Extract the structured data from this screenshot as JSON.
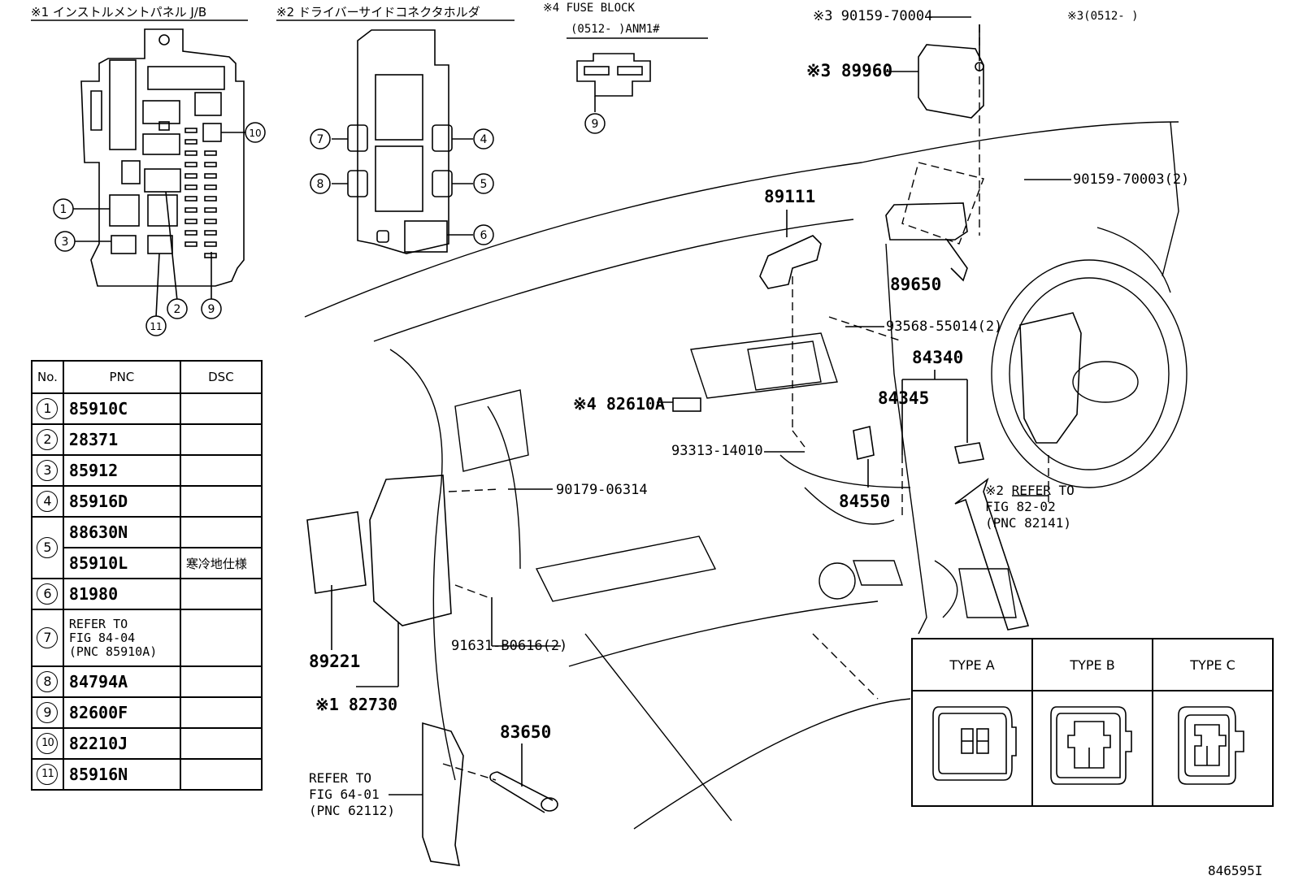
{
  "headers": {
    "jb": "※1 インストルメントパネル J/B",
    "holder": "※2 ドライバーサイドコネクタホルダ",
    "fuse": "※4 FUSE BLOCK",
    "fuse_sub": "(0512-      )ANM1#",
    "note3": "※3(0512-       )"
  },
  "jb_callouts": [
    "1",
    "3",
    "2",
    "11",
    "9",
    "10"
  ],
  "holder_callouts": [
    "7",
    "8",
    "4",
    "5",
    "6"
  ],
  "fuse_callout": "9",
  "table": {
    "headers": [
      "No.",
      "PNC",
      "DSC"
    ],
    "rows": [
      {
        "no": "1",
        "pnc": "85910C",
        "dsc": ""
      },
      {
        "no": "2",
        "pnc": "28371",
        "dsc": ""
      },
      {
        "no": "3",
        "pnc": "85912",
        "dsc": ""
      },
      {
        "no": "4",
        "pnc": "85916D",
        "dsc": ""
      },
      {
        "no": "5",
        "pnc": "88630N",
        "dsc": ""
      },
      {
        "no": "",
        "pnc": "85910L",
        "dsc": "寒冷地仕様"
      },
      {
        "no": "6",
        "pnc": "81980",
        "dsc": ""
      },
      {
        "no": "7",
        "pnc": "REFER TO\nFIG 84-04\n(PNC 85910A)",
        "dsc": ""
      },
      {
        "no": "8",
        "pnc": "84794A",
        "dsc": ""
      },
      {
        "no": "9",
        "pnc": "82600F",
        "dsc": ""
      },
      {
        "no": "10",
        "pnc": "82210J",
        "dsc": ""
      },
      {
        "no": "11",
        "pnc": "85916N",
        "dsc": ""
      }
    ]
  },
  "labels": {
    "p90159_70004": "※3 90159-70004",
    "p89960": "※3 89960",
    "p90159_70003": "90159-70003(2)",
    "p89111": "89111",
    "p89650": "89650",
    "p93568": "93568-55014(2)",
    "p84340": "84340",
    "p84345": "84345",
    "p82610A": "※4 82610A",
    "p93313": "93313-14010",
    "p84550": "84550",
    "p90179": "90179-06314",
    "p91631": "91631-B0616(2)",
    "p89221": "89221",
    "p82730": "※1 82730",
    "p83650": "83650",
    "ref8202": "※2 REFER TO\nFIG 82-02\n(PNC 82141)",
    "ref6401": "REFER TO\nFIG 64-01\n(PNC 62112)",
    "fig_id": "846595I"
  },
  "types": [
    "TYPE A",
    "TYPE B",
    "TYPE C"
  ]
}
